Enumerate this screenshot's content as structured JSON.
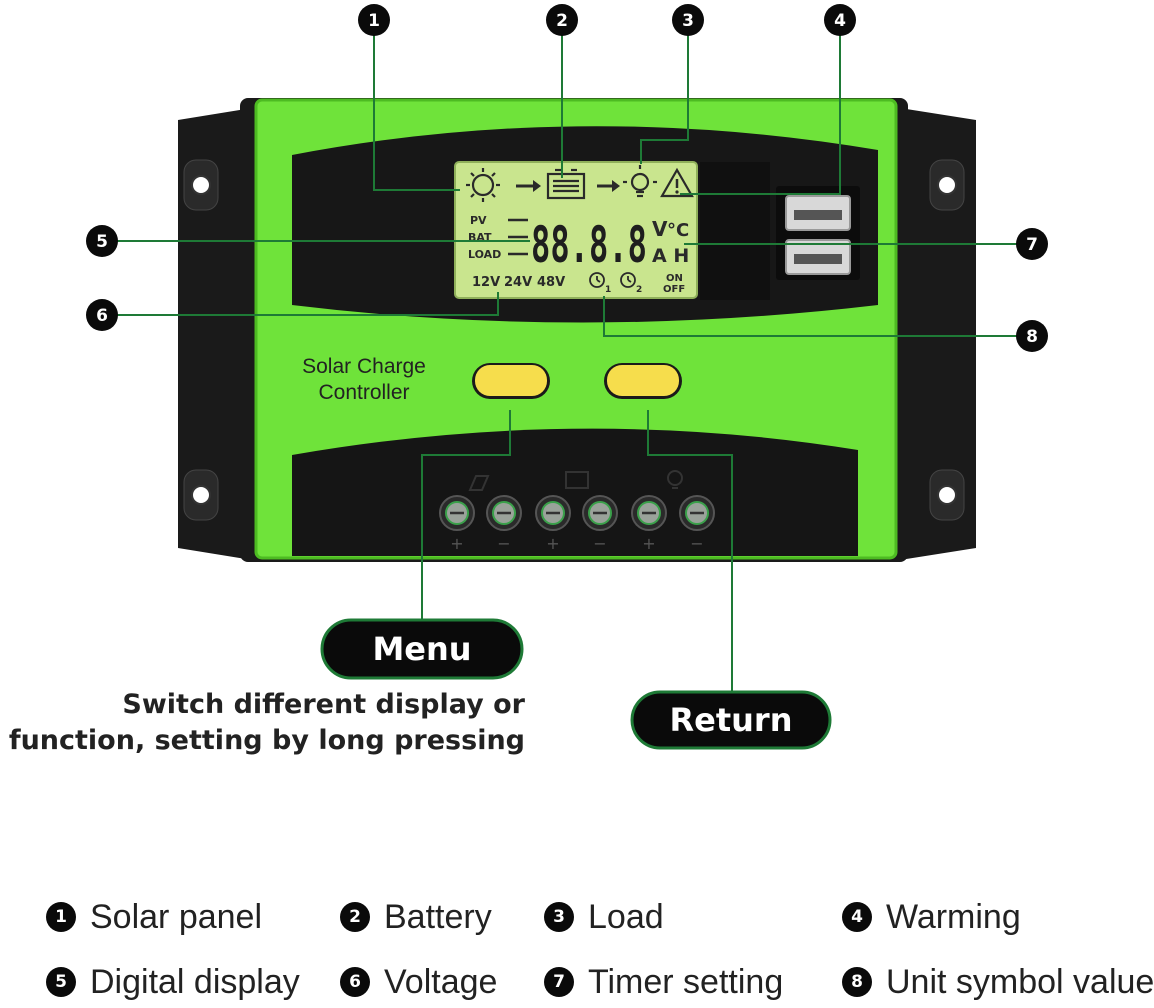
{
  "device": {
    "brand_label_line1": "Solar Charge",
    "brand_label_line2": "Controller",
    "colors": {
      "body": "#6fe33a",
      "frame": "#1c1c1c",
      "lcd": "#c9e58e",
      "button": "#f6dd4c",
      "callout": "#1e7a36"
    }
  },
  "lcd": {
    "row_labels": [
      "PV",
      "BAT",
      "LOAD"
    ],
    "digits": "88.8.8",
    "unit_top": "V",
    "unit_deg": "°C",
    "unit_bottom": "A H",
    "voltages": [
      "12V",
      "24V",
      "48V"
    ],
    "timer1_sub": "1",
    "timer2_sub": "2",
    "on_label": "ON",
    "off_label": "OFF",
    "icons": [
      "solar-panel-icon",
      "battery-icon",
      "load-bulb-icon",
      "warning-icon",
      "alarm-clock-icon"
    ]
  },
  "callouts": [
    "1",
    "2",
    "3",
    "4",
    "5",
    "6",
    "7",
    "8"
  ],
  "terminals": {
    "polarity": [
      "+",
      "−",
      "+",
      "−",
      "+",
      "−"
    ],
    "groups": [
      "solar-panel-icon",
      "battery-icon",
      "load-bulb-icon"
    ]
  },
  "buttons": {
    "menu": {
      "label": "Menu",
      "desc_line1": "Switch different display or",
      "desc_line2": "function, setting by long pressing"
    },
    "return": {
      "label": "Return"
    }
  },
  "legend": [
    {
      "num": "1",
      "label": "Solar panel"
    },
    {
      "num": "2",
      "label": "Battery"
    },
    {
      "num": "3",
      "label": "Load"
    },
    {
      "num": "4",
      "label": "Warming"
    },
    {
      "num": "5",
      "label": "Digital display"
    },
    {
      "num": "6",
      "label": "Voltage"
    },
    {
      "num": "7",
      "label": "Timer setting"
    },
    {
      "num": "8",
      "label": "Unit symbol value"
    }
  ]
}
